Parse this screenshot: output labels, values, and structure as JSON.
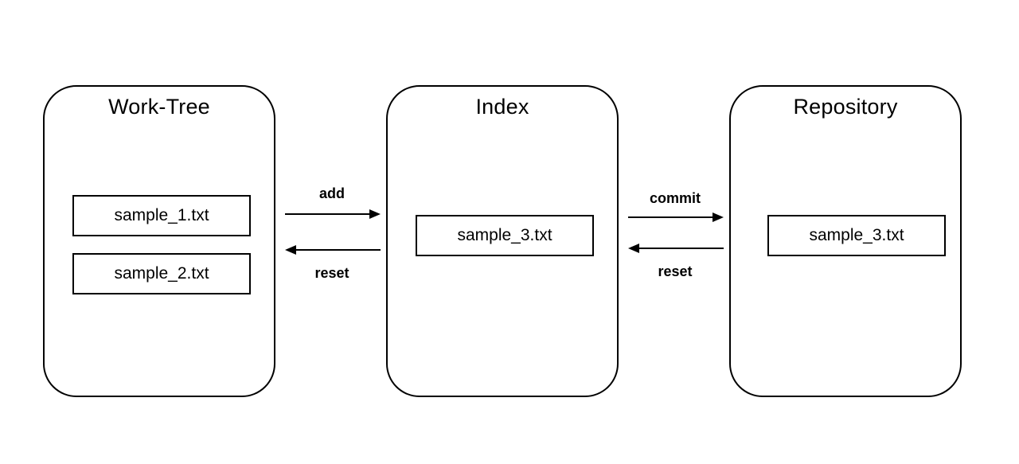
{
  "panels": [
    {
      "title": "Work-Tree",
      "files": [
        "sample_1.txt",
        "sample_2.txt"
      ]
    },
    {
      "title": "Index",
      "files": [
        "sample_3.txt"
      ]
    },
    {
      "title": "Repository",
      "files": [
        "sample_3.txt"
      ]
    }
  ],
  "arrows": {
    "add": "add",
    "reset_index": "reset",
    "commit": "commit",
    "reset_repo": "reset"
  }
}
